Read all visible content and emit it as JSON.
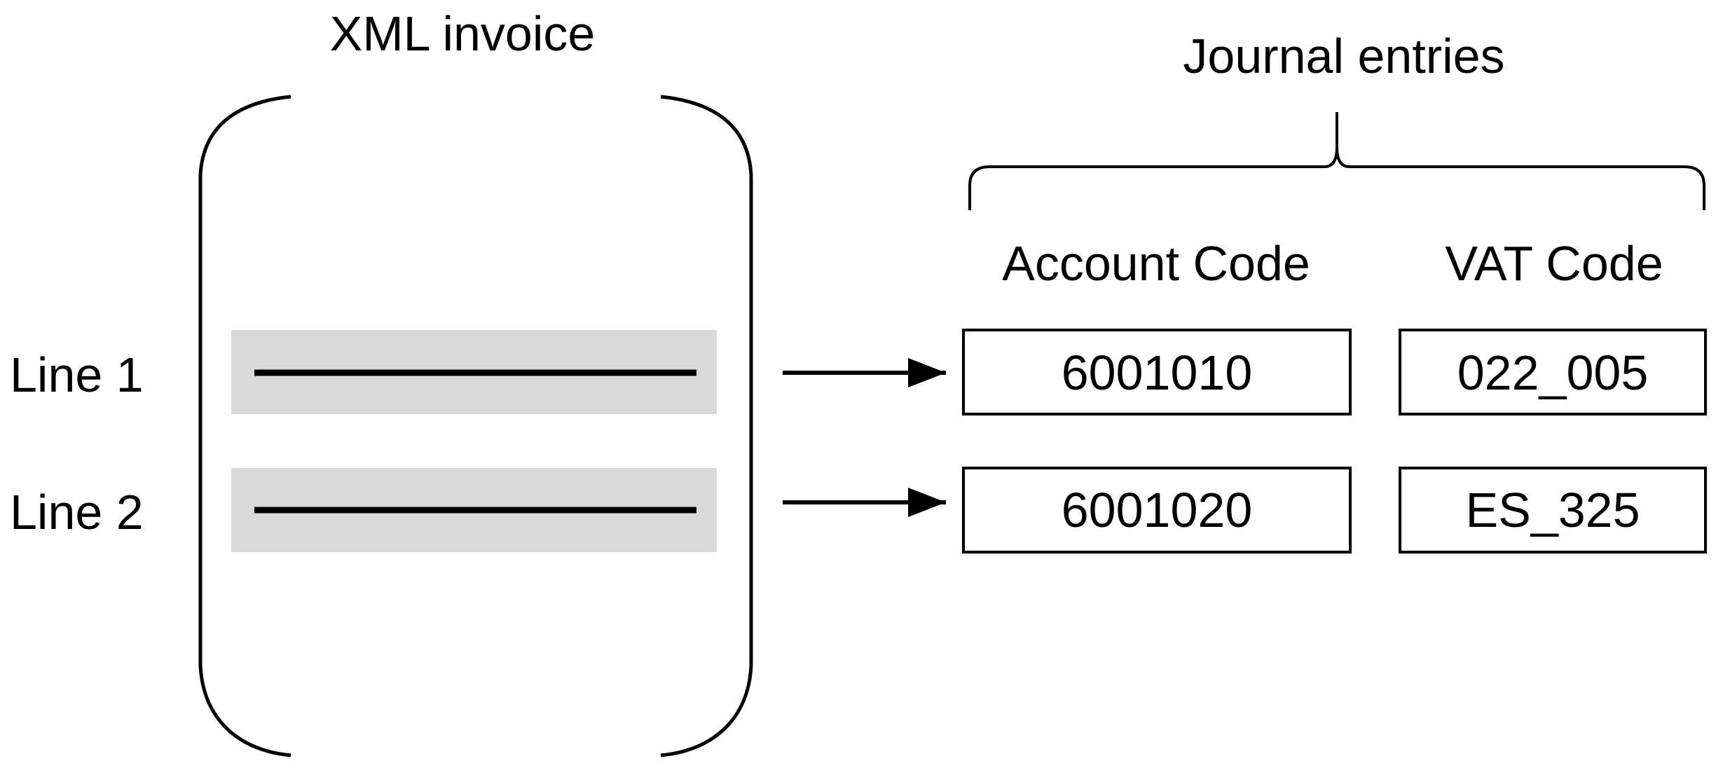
{
  "invoice": {
    "title": "XML invoice",
    "lines": [
      {
        "label": "Line 1"
      },
      {
        "label": "Line 2"
      }
    ]
  },
  "journal": {
    "title": "Journal entries",
    "headers": {
      "account": "Account Code",
      "vat": "VAT Code"
    },
    "rows": [
      {
        "account": "6001010",
        "vat": "022_005"
      },
      {
        "account": "6001020",
        "vat": "ES_325"
      }
    ]
  },
  "colors": {
    "line_highlight": "#d9d9d9",
    "stroke": "#000000"
  }
}
